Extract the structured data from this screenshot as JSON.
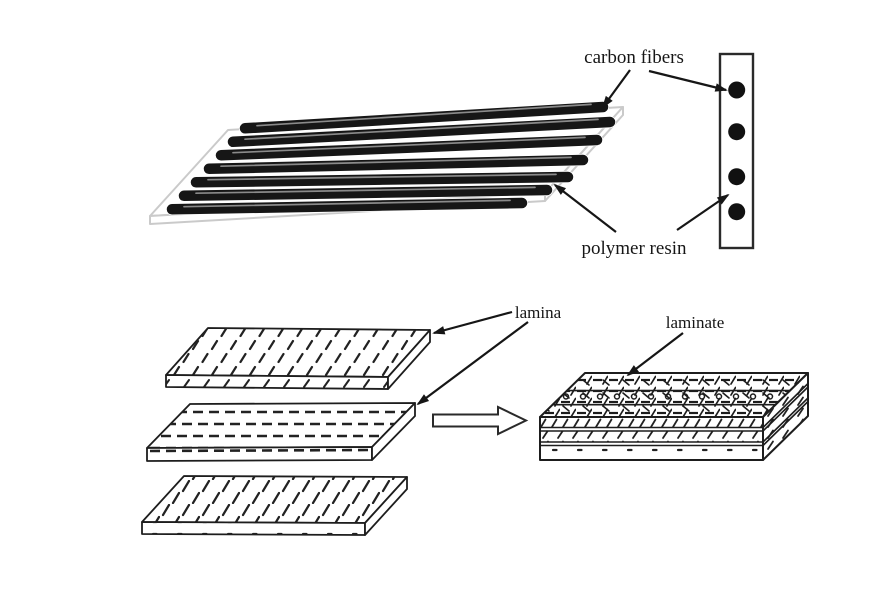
{
  "figure": {
    "background": "#ffffff",
    "ink_color": "#161616",
    "plate_outline_color": "#cacaca",
    "fiber_color": "#161616"
  },
  "top_section": {
    "carbon_fibers_label": "carbon fibers",
    "polymer_resin_label": "polymer resin",
    "fiber_count": 7,
    "cross_section": {
      "dot_count": 4
    }
  },
  "bottom_section": {
    "lamina_label": "lamina",
    "laminate_label": "laminate",
    "lamina_count": 3
  }
}
